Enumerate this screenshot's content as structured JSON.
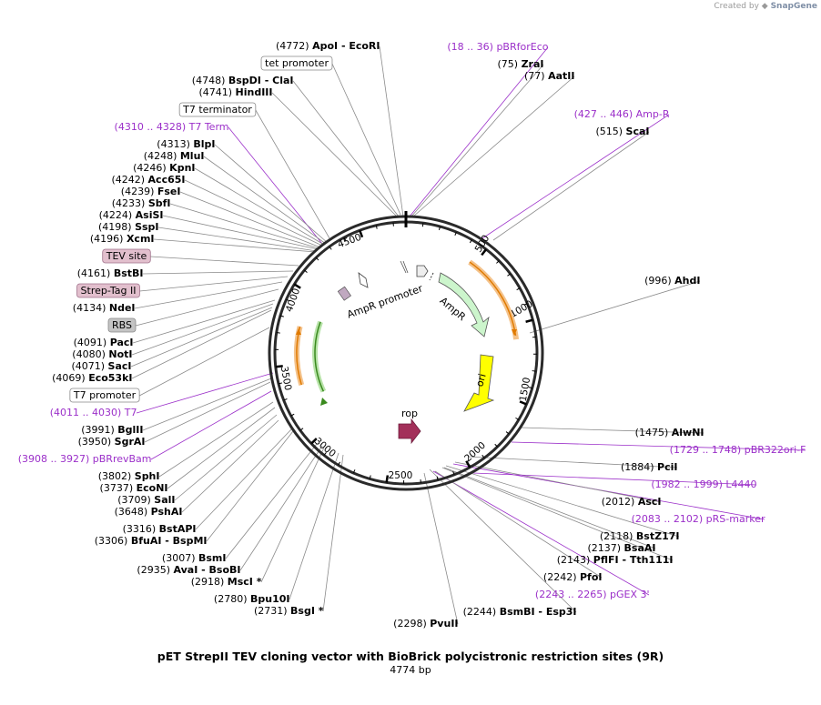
{
  "credit": {
    "prefix": "Created by",
    "brand": "SnapGene"
  },
  "title": "pET StrepII TEV cloning vector with BioBrick polycistronic restriction sites (9R)",
  "length": "4774 bp",
  "ticks": [
    "500",
    "1000",
    "1500",
    "2000",
    "2500",
    "3000",
    "3500",
    "4000",
    "4500"
  ],
  "features": {
    "ampr_promoter": "AmpR promoter",
    "ampr": "AmpR",
    "ori": "ori",
    "rop": "rop"
  },
  "labels": [
    {
      "kind": "site",
      "pos": "(4772)",
      "name": "ApoI",
      "name2": "EcoRI"
    },
    {
      "kind": "box",
      "name": "tet promoter"
    },
    {
      "kind": "site",
      "pos": "(4748)",
      "name": "BspDI",
      "name2": "ClaI"
    },
    {
      "kind": "site",
      "pos": "(4741)",
      "name": "HindIII"
    },
    {
      "kind": "box",
      "name": "T7 terminator"
    },
    {
      "kind": "primer",
      "pos": "(4310 .. 4328)",
      "name": "T7 Term"
    },
    {
      "kind": "site",
      "pos": "(4313)",
      "name": "BlpI"
    },
    {
      "kind": "site",
      "pos": "(4248)",
      "name": "MluI"
    },
    {
      "kind": "site",
      "pos": "(4246)",
      "name": "KpnI"
    },
    {
      "kind": "site",
      "pos": "(4242)",
      "name": "Acc65I"
    },
    {
      "kind": "site",
      "pos": "(4239)",
      "name": "FseI"
    },
    {
      "kind": "site",
      "pos": "(4233)",
      "name": "SbfI"
    },
    {
      "kind": "site",
      "pos": "(4224)",
      "name": "AsiSI"
    },
    {
      "kind": "site",
      "pos": "(4198)",
      "name": "SspI"
    },
    {
      "kind": "site",
      "pos": "(4196)",
      "name": "XcmI"
    },
    {
      "kind": "pinkbox",
      "name": "TEV site"
    },
    {
      "kind": "site",
      "pos": "(4161)",
      "name": "BstBI"
    },
    {
      "kind": "pinkbox",
      "name": "Strep-Tag II"
    },
    {
      "kind": "site",
      "pos": "(4134)",
      "name": "NdeI"
    },
    {
      "kind": "graybox",
      "name": "RBS"
    },
    {
      "kind": "site",
      "pos": "(4091)",
      "name": "PacI"
    },
    {
      "kind": "site",
      "pos": "(4080)",
      "name": "NotI"
    },
    {
      "kind": "site",
      "pos": "(4071)",
      "name": "SacI"
    },
    {
      "kind": "site",
      "pos": "(4069)",
      "name": "Eco53kI"
    },
    {
      "kind": "box",
      "name": "T7 promoter"
    },
    {
      "kind": "primer",
      "pos": "(4011 .. 4030)",
      "name": "T7"
    },
    {
      "kind": "site",
      "pos": "(3991)",
      "name": "BglII"
    },
    {
      "kind": "site",
      "pos": "(3950)",
      "name": "SgrAI"
    },
    {
      "kind": "primer",
      "pos": "(3908 .. 3927)",
      "name": "pBRrevBam"
    },
    {
      "kind": "site",
      "pos": "(3802)",
      "name": "SphI"
    },
    {
      "kind": "site",
      "pos": "(3737)",
      "name": "EcoNI"
    },
    {
      "kind": "site",
      "pos": "(3709)",
      "name": "SalI"
    },
    {
      "kind": "site",
      "pos": "(3648)",
      "name": "PshAI"
    },
    {
      "kind": "site",
      "pos": "(3316)",
      "name": "BstAPI"
    },
    {
      "kind": "site",
      "pos": "(3306)",
      "name": "BfuAI",
      "name2": "BspMI"
    },
    {
      "kind": "site",
      "pos": "(3007)",
      "name": "BsmI"
    },
    {
      "kind": "site",
      "pos": "(2935)",
      "name": "AvaI",
      "name2": "BsoBI"
    },
    {
      "kind": "site",
      "pos": "(2918)",
      "name": "MscI *"
    },
    {
      "kind": "site",
      "pos": "(2780)",
      "name": "Bpu10I"
    },
    {
      "kind": "site",
      "pos": "(2731)",
      "name": "BsgI *"
    },
    {
      "kind": "site",
      "pos": "(2298)",
      "name": "PvuII"
    },
    {
      "kind": "site",
      "pos": "(2244)",
      "name": "BsmBI",
      "name2": "Esp3I"
    },
    {
      "kind": "primer",
      "pos": "(2243 .. 2265)",
      "name": "pGEX 3'"
    },
    {
      "kind": "site",
      "pos": "(2242)",
      "name": "PfoI"
    },
    {
      "kind": "site",
      "pos": "(2143)",
      "name": "PflFI",
      "name2": "Tth111I"
    },
    {
      "kind": "site",
      "pos": "(2137)",
      "name": "BsaAI"
    },
    {
      "kind": "site",
      "pos": "(2118)",
      "name": "BstZ17I"
    },
    {
      "kind": "primer",
      "pos": "(2083 .. 2102)",
      "name": "pRS-marker"
    },
    {
      "kind": "site",
      "pos": "(2012)",
      "name": "AscI"
    },
    {
      "kind": "primer",
      "pos": "(1982 .. 1999)",
      "name": "L4440"
    },
    {
      "kind": "site",
      "pos": "(1884)",
      "name": "PciI"
    },
    {
      "kind": "primer",
      "pos": "(1729 .. 1748)",
      "name": "pBR322ori-F"
    },
    {
      "kind": "site",
      "pos": "(1475)",
      "name": "AlwNI"
    },
    {
      "kind": "site",
      "pos": "(996)",
      "name": "AhdI"
    },
    {
      "kind": "site",
      "pos": "(515)",
      "name": "ScaI"
    },
    {
      "kind": "primer",
      "pos": "(427 .. 446)",
      "name": "Amp-R"
    },
    {
      "kind": "site",
      "pos": "(77)",
      "name": "AatII"
    },
    {
      "kind": "site",
      "pos": "(75)",
      "name": "ZraI"
    },
    {
      "kind": "primer",
      "pos": "(18 .. 36)",
      "name": "pBRforEco"
    }
  ]
}
